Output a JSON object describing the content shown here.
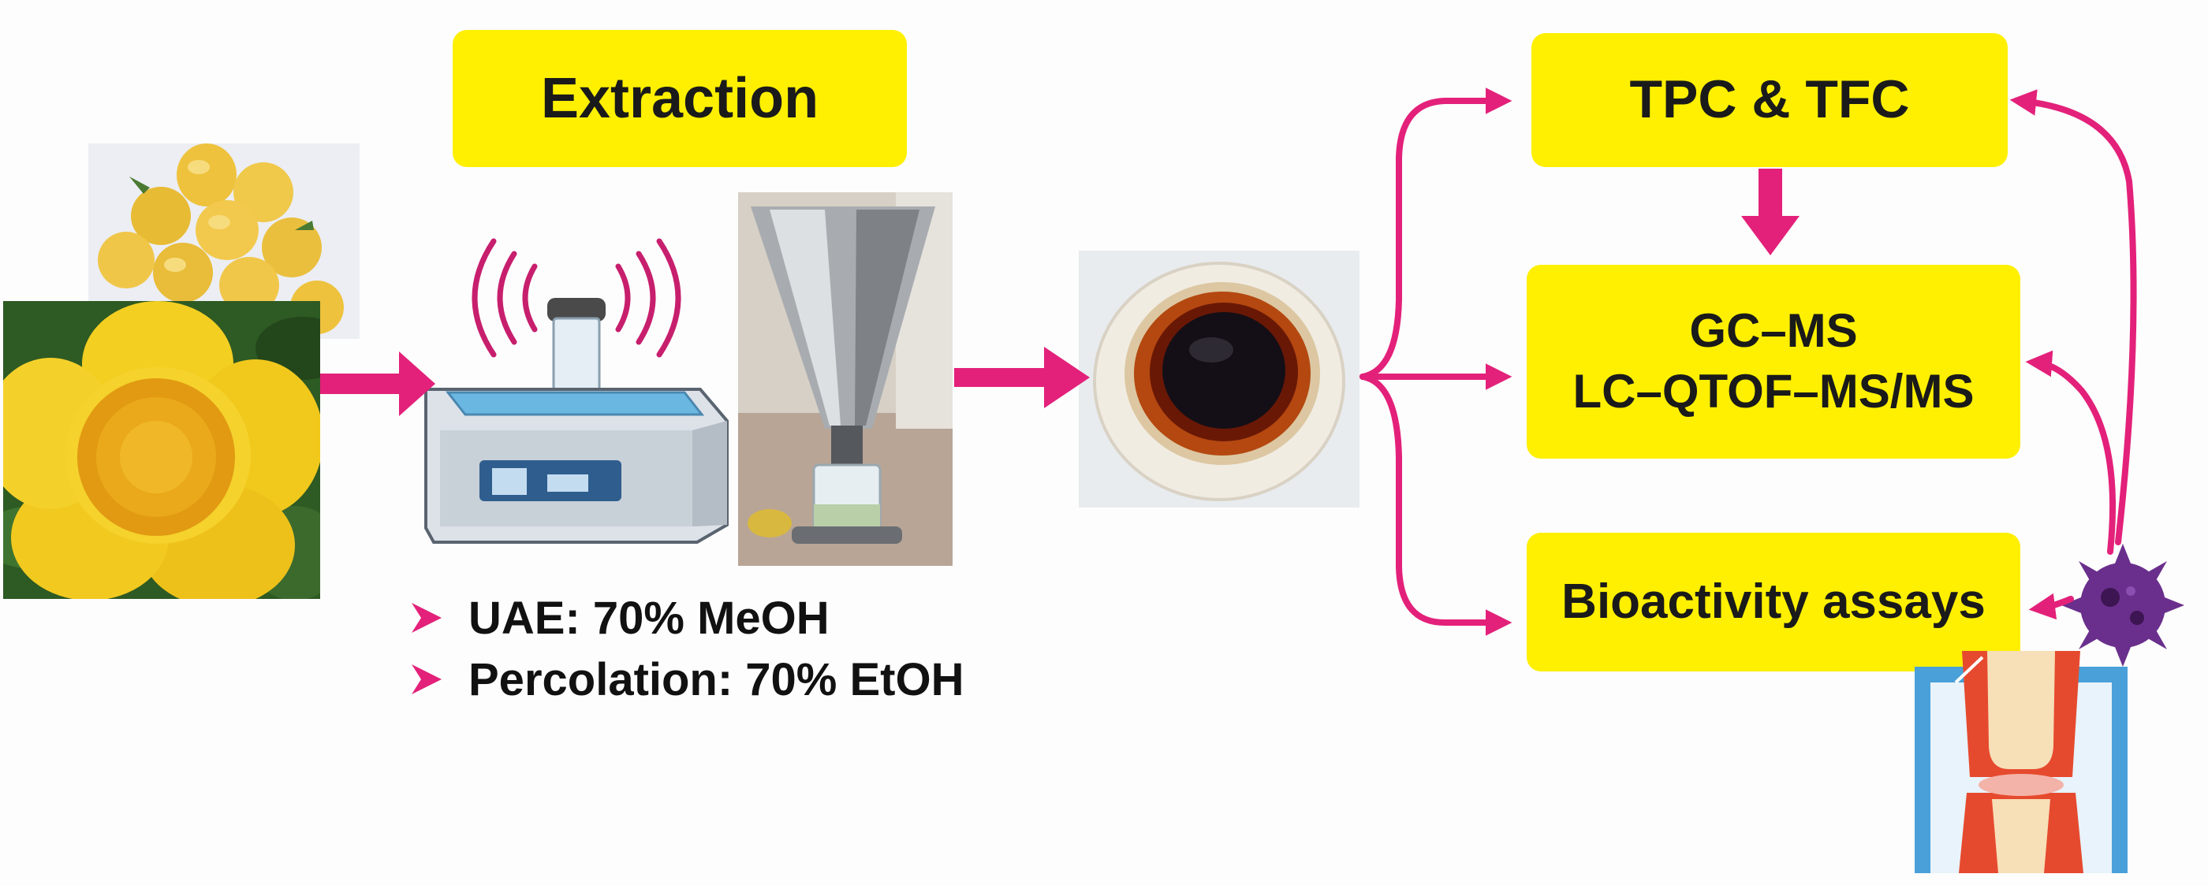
{
  "boxes": {
    "extraction": "Extraction",
    "tpc_tfc": "TPC & TFC",
    "gcms": "GC–MS",
    "lcqtof": "LC–QTOF–MS/MS",
    "bioactivity": "Bioactivity assays"
  },
  "methods": [
    "UAE: 70% MeOH",
    "Percolation: 70% EtOH"
  ],
  "colors": {
    "box_fill": "#fef000",
    "arrow": "#e3217a",
    "bullet": "#e3217a"
  },
  "images": {
    "fruits": "yellow-fruits-photo",
    "flower": "yellow-camellia-flower-photo",
    "ultrasonic_bath": "ultrasonic-bath-illustration",
    "percolator": "percolator-photo",
    "extract": "dark-extract-dish-photo",
    "pathogen": "virus-germ-illustration",
    "joint": "knee-joint-illustration"
  }
}
